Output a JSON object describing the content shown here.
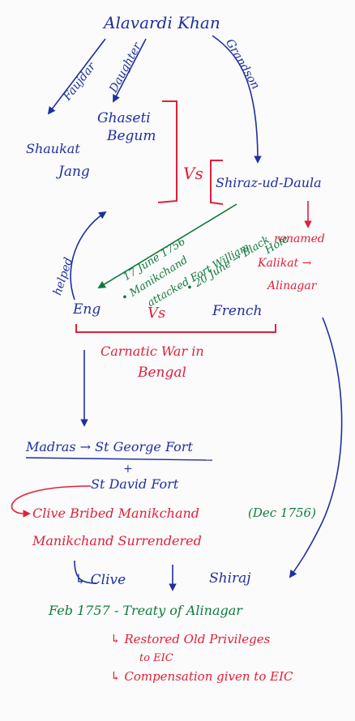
{
  "colors": {
    "blue": "#1f2fa0",
    "red": "#e0203a",
    "green": "#0f7a3c"
  },
  "people": {
    "alivardi": "Alavardi Khan",
    "faujdar": "Faujdar",
    "daughter": "Daughter",
    "grandson": "Grandson",
    "ghaseti_1": "Ghaseti",
    "ghaseti_2": "Begum",
    "shaukat_1": "Shaukat",
    "shaukat_2": "Jang",
    "vs_1": "Vs",
    "siraj": "Shiraz-ud-Daula",
    "renamed_1": "renamed",
    "renamed_2": "Kalikat →",
    "renamed_3": "Alinagar"
  },
  "events": {
    "date_17june": "17 June 1756",
    "manikchand": "• Manikchand",
    "attacked": "attacked Fort William",
    "june20": "• 20 June → Black",
    "hole": "Hole",
    "helped": "helped"
  },
  "conflict": {
    "eng": "Eng",
    "vs": "Vs",
    "french": "French",
    "carnatic_1": "Carnatic War in",
    "carnatic_2": "Bengal"
  },
  "forts": {
    "madras": "Madras → St George Fort",
    "plus": "+",
    "st_david": "St David Fort"
  },
  "clive": {
    "bribed_prefix": "Clive Bribed Manikchand",
    "bribed_date": "(Dec 1756)",
    "surrendered": "Manikchand Surrendered",
    "clive": "↳ Clive",
    "siraj_short": "Shiraj"
  },
  "treaty": {
    "title": "Feb 1757 - Treaty of Alinagar",
    "point1": "↳ Restored Old Privileges",
    "point1b": "to EIC",
    "point2": "↳ Compensation given to EIC"
  }
}
